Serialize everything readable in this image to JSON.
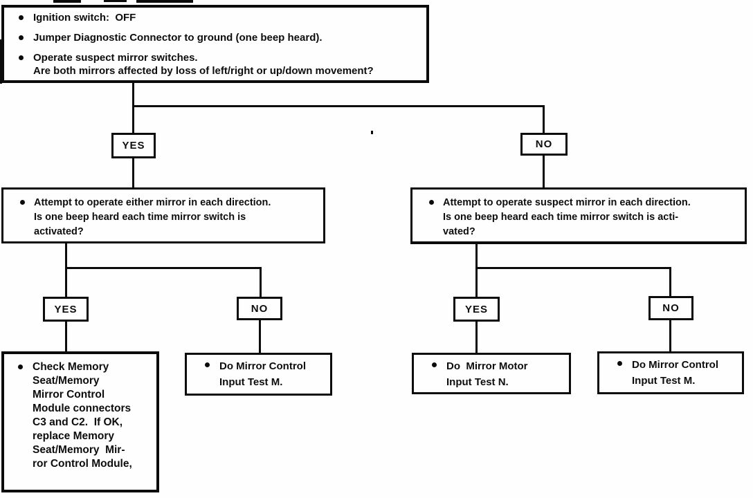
{
  "diagram": {
    "type": "troubleshooting-flowchart",
    "labels": {
      "yes": "YES",
      "no": "NO"
    },
    "colors": {
      "line": "#0b0b0b",
      "text": "#0d0d0d",
      "background": "#fefefe"
    },
    "nodes": {
      "start": {
        "items": [
          {
            "lines": [
              "Ignition switch:  OFF"
            ]
          },
          {
            "lines": [
              "Jumper Diagnostic Connector to ground (one beep heard)."
            ]
          },
          {
            "lines": [
              "Operate suspect mirror switches.",
              "Are both mirrors affected by loss of left/right or up/down movement?"
            ]
          }
        ]
      },
      "q_left": {
        "lines": [
          "Attempt to operate either mirror in each direction.",
          "Is one beep heard each time mirror switch is",
          "activated?"
        ]
      },
      "q_right": {
        "lines": [
          "Attempt to operate suspect mirror in each direction.",
          "Is one beep heard each time mirror switch is acti-",
          "vated?"
        ]
      },
      "action_check_module": {
        "lines": [
          "Check Memory",
          "Seat/Memory",
          "Mirror Control",
          "Module connectors",
          "C3 and C2.  If OK,",
          "replace Memory",
          "Seat/Memory  Mir-",
          "ror Control Module,"
        ]
      },
      "action_test_m_left": {
        "lines": [
          "Do Mirror Control",
          "Input Test M."
        ]
      },
      "action_motor_test_n": {
        "lines": [
          "Do  Mirror Motor",
          "Input Test N."
        ]
      },
      "action_test_m_right": {
        "lines": [
          "Do Mirror Control",
          "Input Test M."
        ]
      }
    }
  }
}
